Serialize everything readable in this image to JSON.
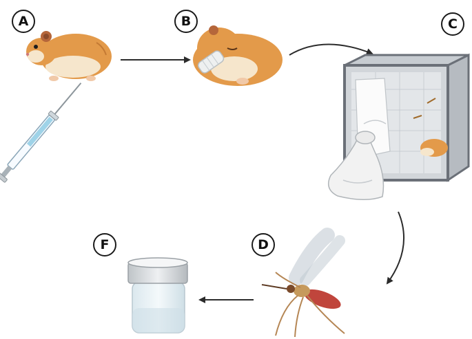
{
  "steps": {
    "a": "A",
    "b": "B",
    "c": "C",
    "d": "D",
    "f": "F"
  },
  "colors": {
    "hamster_fur": "#e39a4a",
    "hamster_belly": "#f6e6cc",
    "cage_frame": "#7d8188",
    "mosquito_abdomen": "#c0453c",
    "arrow": "#2b2b2b"
  },
  "icons": [
    "hamster",
    "syringe",
    "sleeping-hamster-with-bandage",
    "mosquito-cage",
    "mosquito",
    "specimen-container"
  ]
}
